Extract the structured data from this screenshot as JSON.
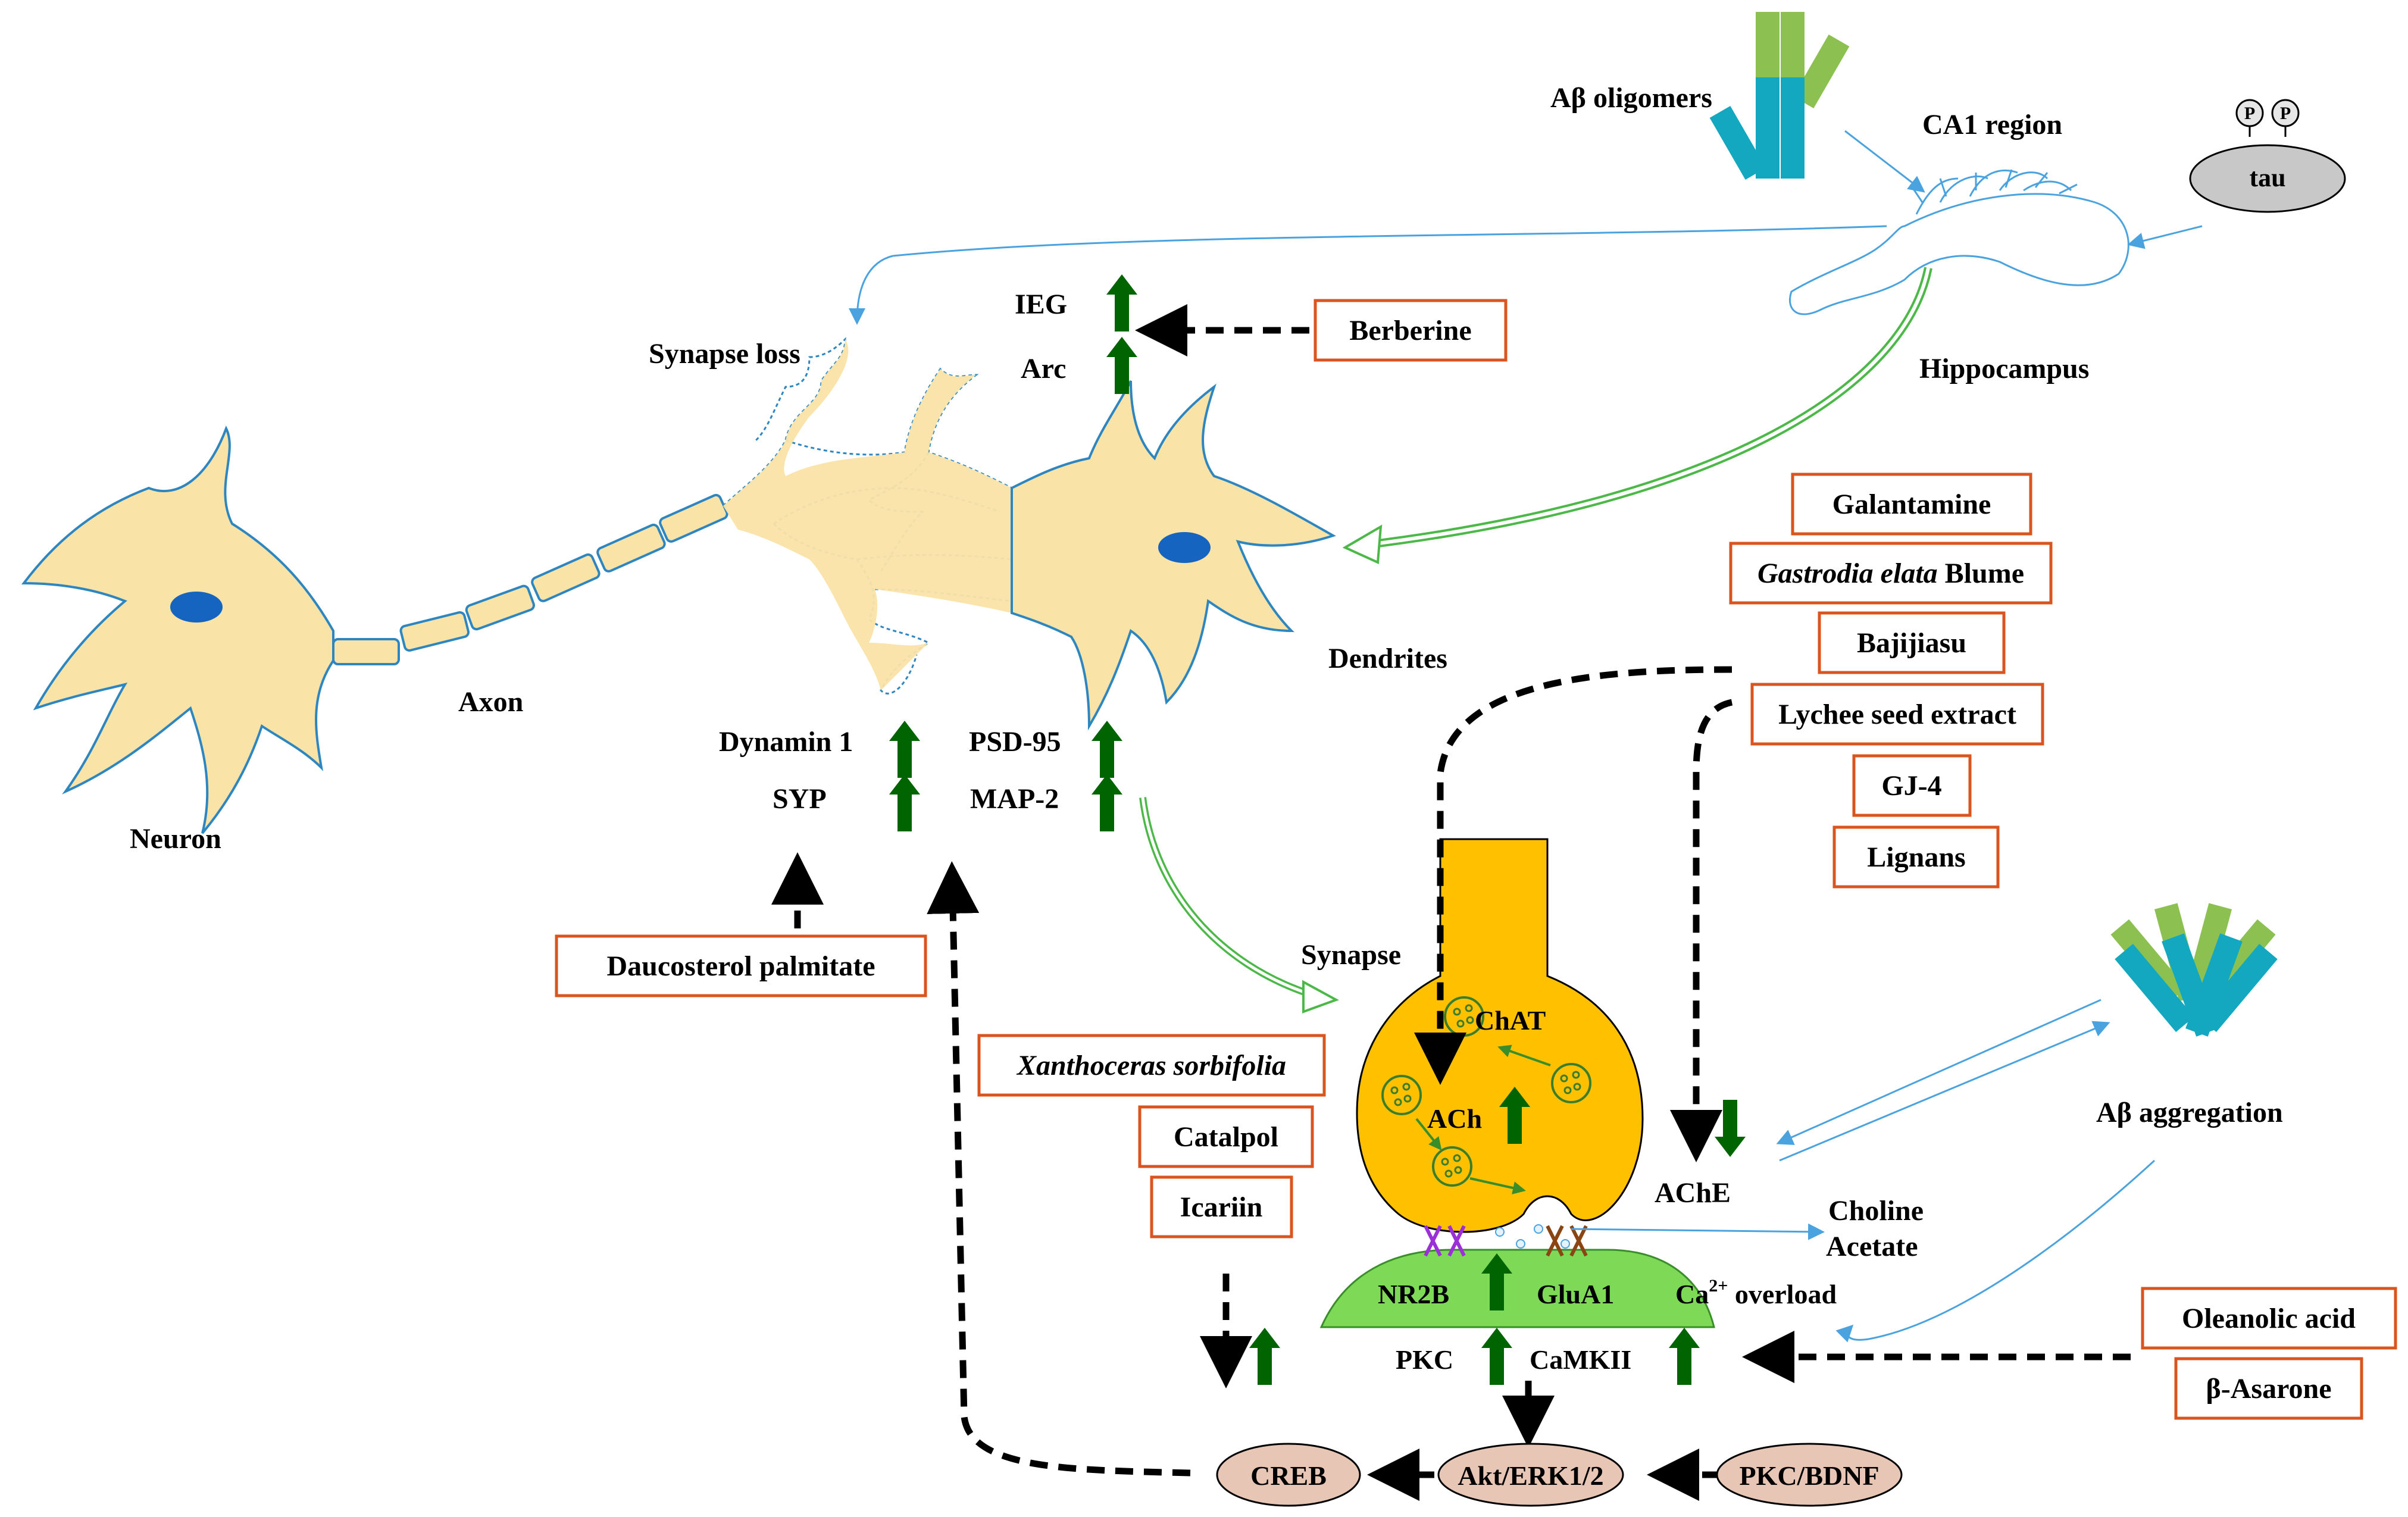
{
  "labels": {
    "abeta_oligomers": "Aβ oligomers",
    "ca1_region": "CA1 region",
    "tau": "tau",
    "phospho": "P",
    "hippocampus": "Hippocampus",
    "synapse_loss": "Synapse loss",
    "ieg": "IEG",
    "arc": "Arc",
    "neuron": "Neuron",
    "axon": "Axon",
    "dendrites": "Dendrites",
    "dynamin": "Dynamin 1",
    "syp": "SYP",
    "psd95": "PSD-95",
    "map2": "MAP-2",
    "synapse": "Synapse",
    "chat": "ChAT",
    "ach": "ACh",
    "ache": "AChE",
    "choline": "Choline",
    "acetate": "Acetate",
    "nr2b": "NR2B",
    "glua1": "GluA1",
    "ca_overload_pre": "Ca",
    "ca_overload_sup": "2+",
    "ca_overload_post": " overload",
    "pkc": "PKC",
    "camkii": "CaMKII",
    "abeta_aggregation": "Aβ aggregation"
  },
  "pathway_nodes": {
    "creb": "CREB",
    "akt_erk": "Akt/ERK1/2",
    "pkc_bdnf": "PKC/BDNF"
  },
  "compounds": {
    "berberine": "Berberine",
    "galantamine": "Galantamine",
    "gastrodia_italic": "Gastrodia elata",
    "gastrodia_rest": " Blume",
    "bajijiasu": "Bajijiasu",
    "lychee": "Lychee seed extract",
    "gj4": "GJ-4",
    "lignans": "Lignans",
    "daucosterol": "Daucosterol palmitate",
    "xanthoceras": "Xanthoceras sorbifolia",
    "catalpol": "Catalpol",
    "icariin": "Icariin",
    "oleanolic": "Oleanolic acid",
    "asarone": "β-Asarone"
  },
  "colors": {
    "neuron_fill": "#FAE3A6",
    "neuron_stroke": "#2E86C1",
    "nucleus": "#1565C0",
    "terminal_fill": "#FFC000",
    "postsynaptic_fill": "#7ED957",
    "box_border": "#D9541E",
    "up_arrow": "#006400",
    "pathway_fill": "#E8C6B6",
    "blue_arrow": "#4AA3DF",
    "green_arrow": "#4CB848",
    "abeta_green": "#8CC152",
    "abeta_blue": "#13A8C0"
  }
}
